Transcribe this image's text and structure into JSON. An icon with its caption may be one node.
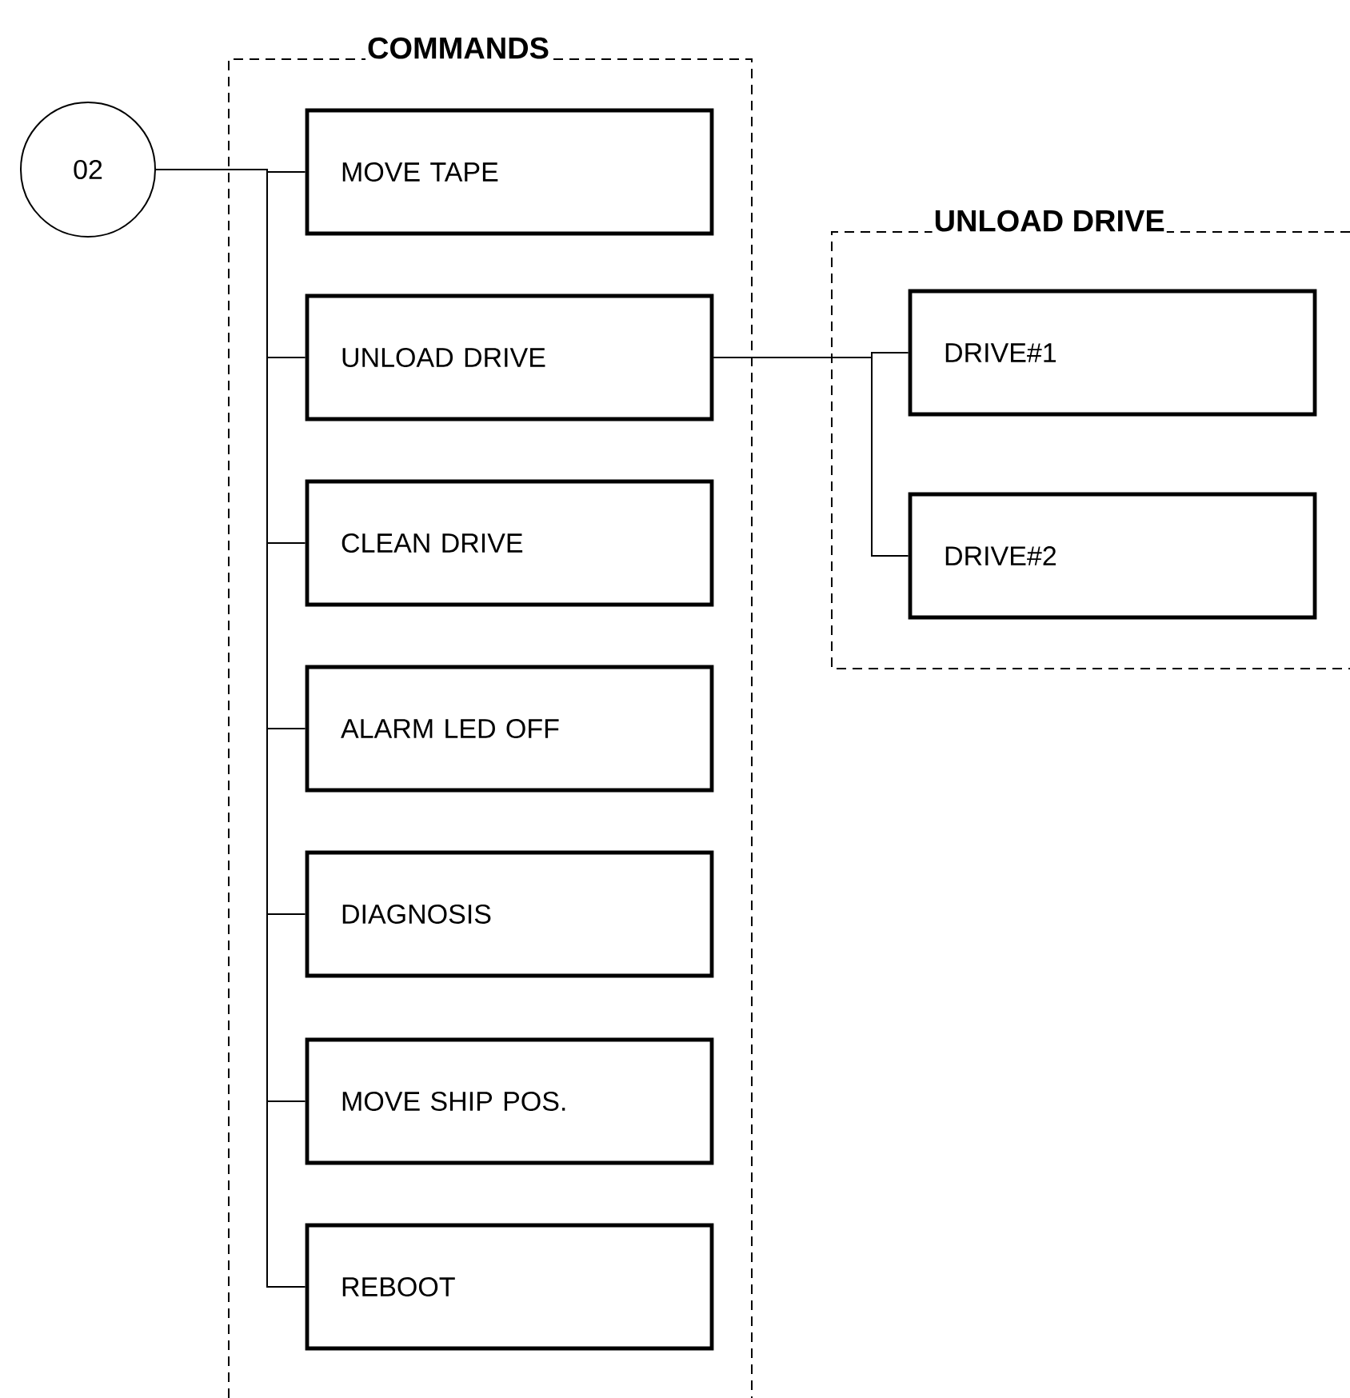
{
  "diagram": {
    "nodes": [
      {
        "text": [
          "02"
        ]
      },
      {
        "text": [
          "COMMANDS"
        ]
      },
      {
        "text": [
          "MOVE TAPE"
        ],
        "in": 1
      },
      {
        "text": [
          "UNLOAD DRIVE"
        ],
        "in": 1
      },
      {
        "text": [
          "CLEAN DRIVE"
        ],
        "in": 1
      },
      {
        "text": [
          "ALARM LED OFF"
        ],
        "in": 1
      },
      {
        "text": [
          "DIAGNOSIS"
        ],
        "in": 1
      },
      {
        "text": [
          "MOVE SHIP POS."
        ],
        "in": 1
      },
      {
        "text": [
          "REBOOT"
        ],
        "in": 1
      },
      {
        "text": [
          "UNLOAD DRIVE"
        ]
      },
      {
        "text": [
          "DRIVE#1"
        ],
        "in": 9
      },
      {
        "text": [
          "DRIVE#2"
        ],
        "in": 9
      }
    ],
    "edges": [
      {
        "from": 0,
        "to": 2,
        "arrow": "none"
      },
      {
        "from": 0,
        "to": 3,
        "arrow": "none"
      },
      {
        "from": 0,
        "to": 4,
        "arrow": "none"
      },
      {
        "from": 0,
        "to": 5,
        "arrow": "none"
      },
      {
        "from": 0,
        "to": 6,
        "arrow": "none"
      },
      {
        "from": 0,
        "to": 7,
        "arrow": "none"
      },
      {
        "from": 0,
        "to": 8,
        "arrow": "none"
      },
      {
        "from": 3,
        "to": 10,
        "arrow": "none"
      },
      {
        "from": 3,
        "to": 11,
        "arrow": "none"
      }
    ]
  }
}
